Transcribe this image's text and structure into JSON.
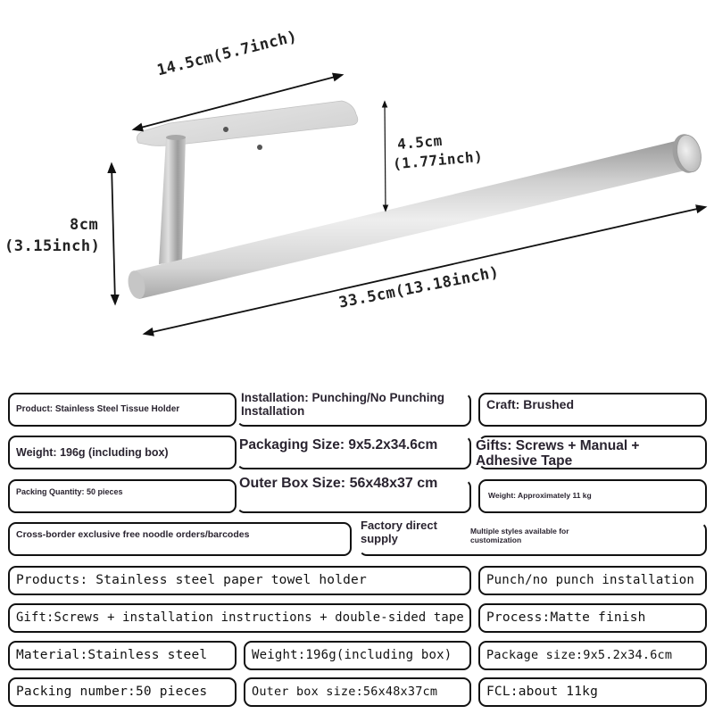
{
  "illustration": {
    "product_name": "Stainless steel paper towel holder",
    "dimensions": {
      "plate_length": "14.5cm(5.7inch)",
      "height_cm": "8cm",
      "height_inch": "(3.15inch)",
      "rod_clearance_cm": "4.5cm",
      "rod_clearance_inch": "(1.77inch)",
      "total_length": "33.5cm(13.18inch)"
    },
    "colors": {
      "steel_light": "#e6e6e6",
      "steel_mid": "#bdbdbd",
      "steel_dark": "#8a8a8a",
      "arrow": "#111111"
    }
  },
  "spec_panel_1": {
    "product": "Product: Stainless Steel Tissue Holder",
    "installation": "Installation: Punching/No Punching Installation",
    "craft": "Craft: Brushed",
    "weight": "Weight: 196g (including box)",
    "packaging_size": "Packaging Size: 9x5.2x34.6cm",
    "gifts": "Gifts: Screws + Manual + Adhesive Tape",
    "packing_quantity": "Packing Quantity: 50 pieces",
    "outer_box_size": "Outer Box Size: 56x48x37 cm",
    "carton_weight": "Weight: Approximately 11 kg",
    "cross_border": "Cross-border exclusive free noodle orders/barcodes",
    "factory_direct": "Factory direct supply",
    "customization": "Multiple styles available for customization"
  },
  "spec_panel_2": {
    "products": "Products: Stainless steel paper towel holder",
    "installation": "Punch/no punch installation",
    "gift": "Gift:Screws + installation instructions + double-sided tape",
    "process": "Process:Matte finish",
    "material": "Material:Stainless steel",
    "weight": "Weight:196g(including box)",
    "package_size": "Package size:9x5.2x34.6cm",
    "packing_number": "Packing number:50 pieces",
    "outer_box_size": "Outer box size:56x48x37cm",
    "fcl": "FCL:about 11kg"
  }
}
